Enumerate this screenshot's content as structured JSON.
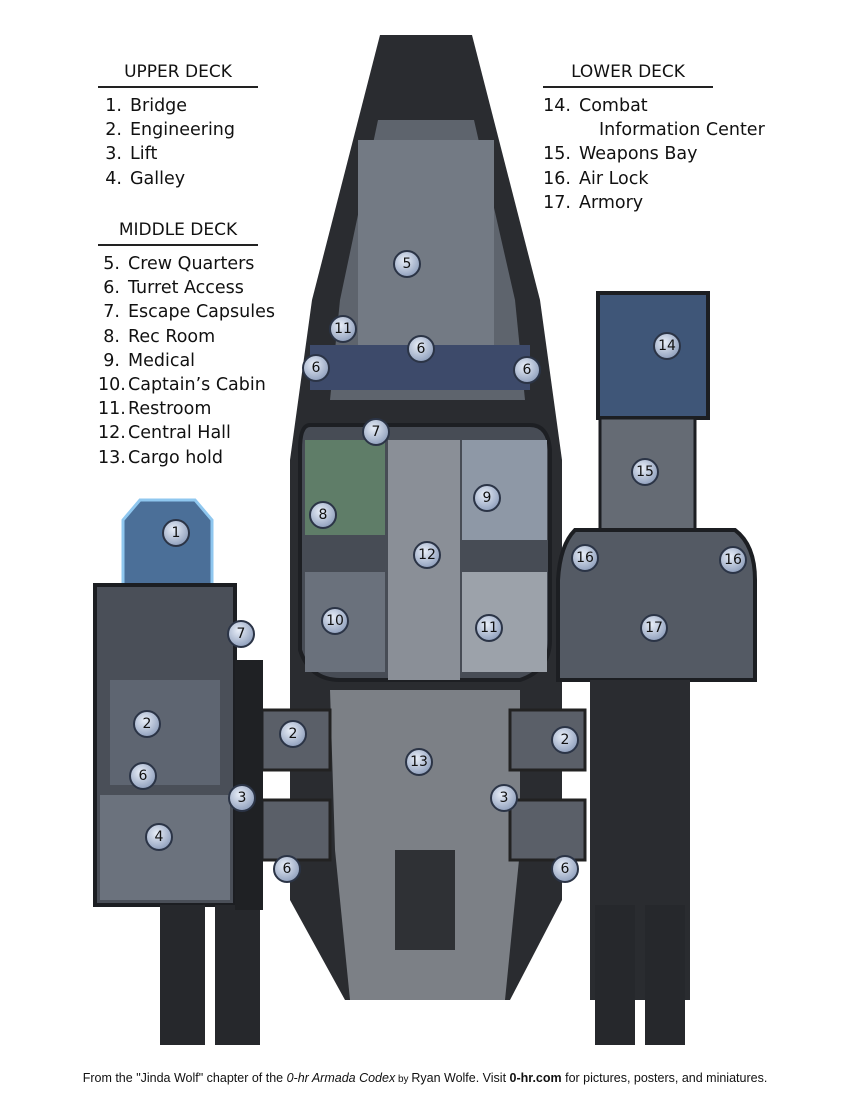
{
  "upper_deck": {
    "title": "UPPER DECK",
    "items": [
      {
        "n": "1.",
        "t": "Bridge"
      },
      {
        "n": "2.",
        "t": "Engineering"
      },
      {
        "n": "3.",
        "t": "Lift"
      },
      {
        "n": "4.",
        "t": "Galley"
      }
    ]
  },
  "middle_deck": {
    "title": "MIDDLE DECK",
    "items": [
      {
        "n": "5.",
        "t": "Crew Quarters"
      },
      {
        "n": "6.",
        "t": "Turret Access"
      },
      {
        "n": "7.",
        "t": "Escape Capsules"
      },
      {
        "n": "8.",
        "t": "Rec Room"
      },
      {
        "n": "9.",
        "t": "Medical"
      },
      {
        "n": "10.",
        "t": "Captain’s Cabin"
      },
      {
        "n": "11.",
        "t": "Restroom"
      },
      {
        "n": "12.",
        "t": "Central Hall"
      },
      {
        "n": "13.",
        "t": "Cargo hold"
      }
    ]
  },
  "lower_deck": {
    "title": "LOWER DECK",
    "items": [
      {
        "n": "14.",
        "t": "Combat"
      },
      {
        "n": "",
        "t": "Information Center"
      },
      {
        "n": "15.",
        "t": "Weapons Bay"
      },
      {
        "n": "16.",
        "t": "Air Lock"
      },
      {
        "n": "17.",
        "t": "Armory"
      }
    ]
  },
  "markers": [
    "1",
    "2",
    "6",
    "4",
    "7",
    "3",
    "2",
    "6",
    "5",
    "11",
    "6",
    "6",
    "6",
    "7",
    "8",
    "9",
    "12",
    "10",
    "11",
    "13",
    "2",
    "3",
    "6",
    "14",
    "15",
    "16",
    "16",
    "17"
  ],
  "footer": {
    "a": "From the \"Jinda Wolf\" chapter of the ",
    "b": "0-hr Armada Codex",
    "c": " by ",
    "d": "Ryan Wolfe.  Visit ",
    "e": "0-hr.com",
    "f": " for pictures, posters, and miniatures."
  },
  "colors": {
    "hull": "#2a2c30",
    "deck": "#6b7280",
    "floor": "#8d939b",
    "marker": "#9aa9c4",
    "accent": "#5aa9e6"
  }
}
